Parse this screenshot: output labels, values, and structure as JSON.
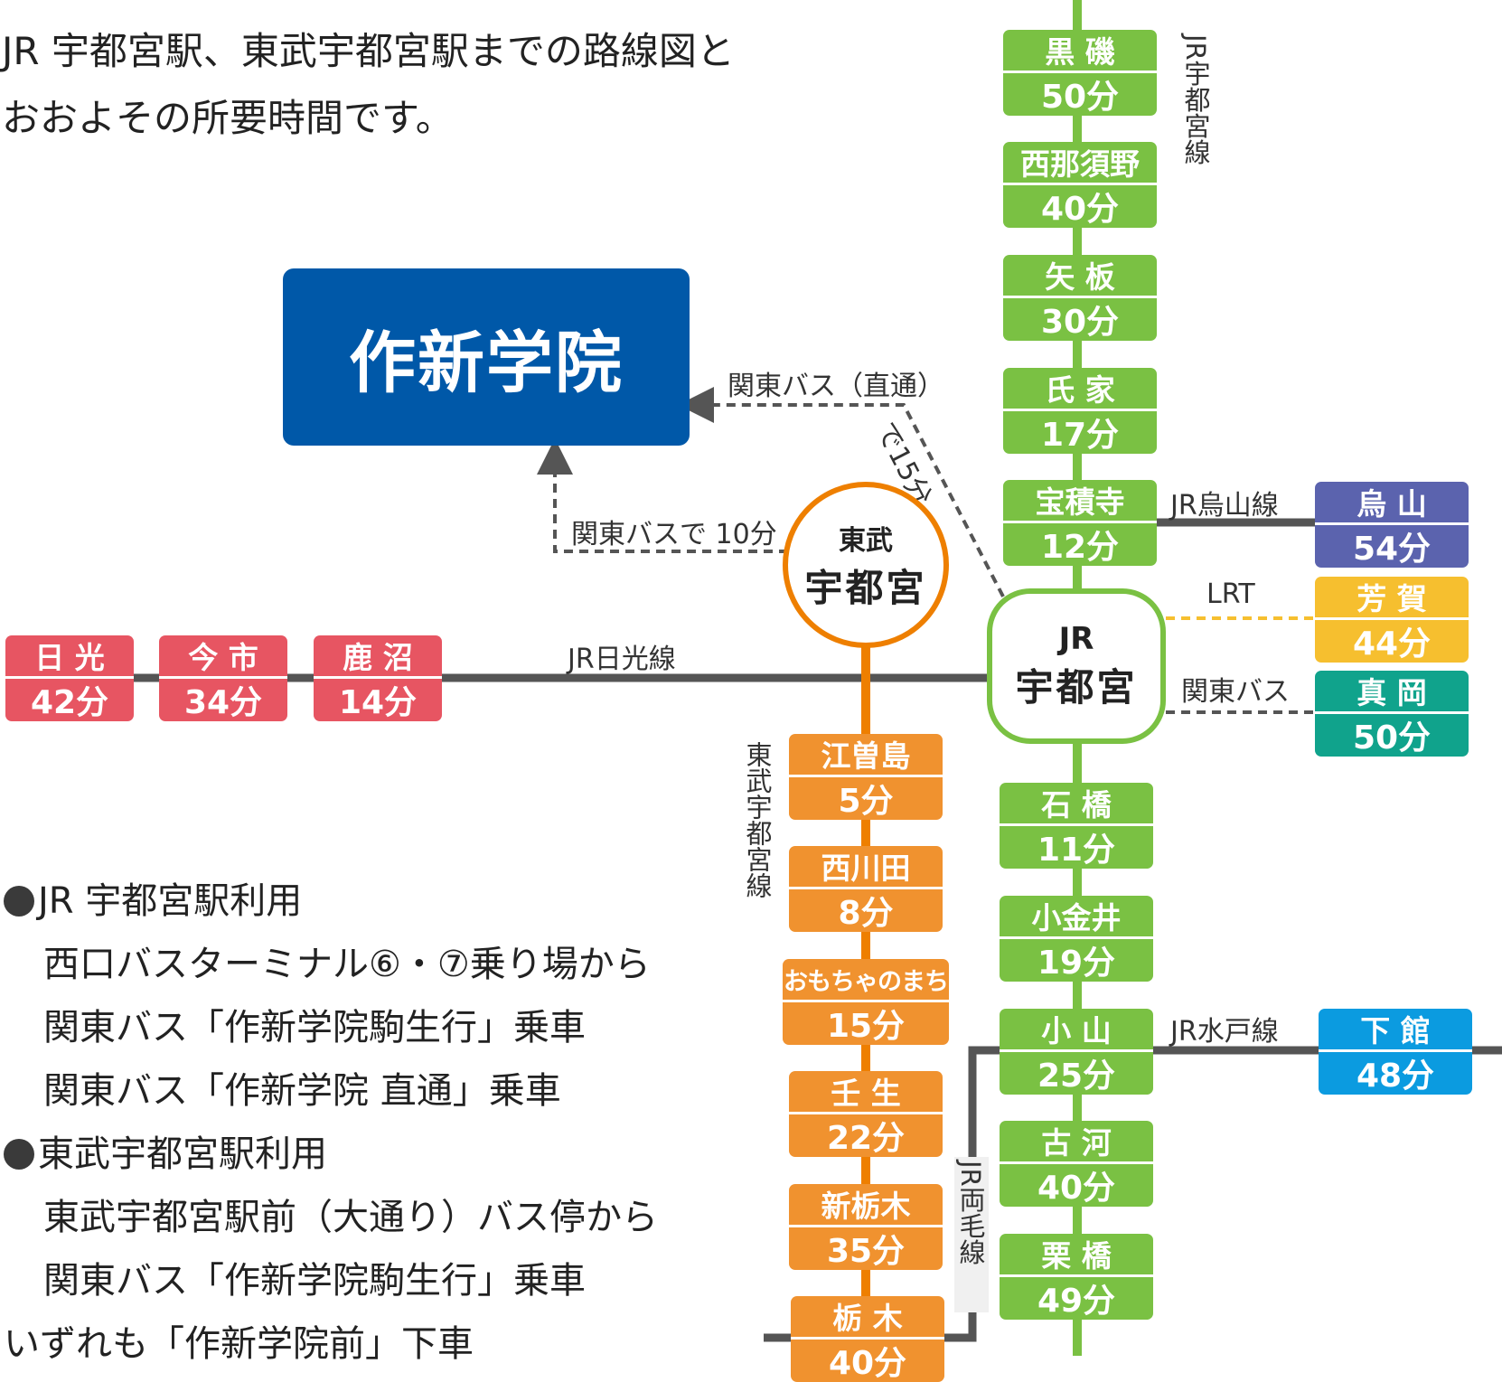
{
  "intro": {
    "line1": "JR 宇都宮駅、東武宇都宮駅までの路線図と",
    "line2": "おおよその所要時間です。"
  },
  "school": {
    "name": "作新学院"
  },
  "hubs": {
    "jr": {
      "line1": "JR",
      "line2": "宇都宮"
    },
    "tobu": {
      "line1": "東武",
      "line2": "宇都宮"
    }
  },
  "bus_labels": {
    "direct": "関東バス（直通）",
    "direct_time": "で15分",
    "tobu_bus": "関東バスで 10分"
  },
  "line_labels": {
    "jr_utsunomiya": "JR宇都宮線",
    "jr_karasuyama": "JR烏山線",
    "lrt": "LRT",
    "kanto_bus": "関東バス",
    "jr_nikko": "JR日光線",
    "tobu_utsunomiya": "東武宇都宮線",
    "jr_mito": "JR水戸線",
    "jr_ryomo": "JR両毛線"
  },
  "stations": {
    "kuroiso": {
      "name": "黒 磯",
      "time": "50分"
    },
    "nishinasuno": {
      "name": "西那須野",
      "time": "40分"
    },
    "yaita": {
      "name": "矢 板",
      "time": "30分"
    },
    "ujiie": {
      "name": "氏 家",
      "time": "17分"
    },
    "hoshakuji": {
      "name": "宝積寺",
      "time": "12分"
    },
    "ishibashi": {
      "name": "石 橋",
      "time": "11分"
    },
    "koganei": {
      "name": "小金井",
      "time": "19分"
    },
    "oyama": {
      "name": "小 山",
      "time": "25分"
    },
    "koga": {
      "name": "古 河",
      "time": "40分"
    },
    "kurihashi": {
      "name": "栗 橋",
      "time": "49分"
    },
    "karasuyama": {
      "name": "烏 山",
      "time": "54分"
    },
    "haga": {
      "name": "芳 賀",
      "time": "44分"
    },
    "moka": {
      "name": "真 岡",
      "time": "50分"
    },
    "shimodate": {
      "name": "下 館",
      "time": "48分"
    },
    "nikko": {
      "name": "日 光",
      "time": "42分"
    },
    "imaichi": {
      "name": "今 市",
      "time": "34分"
    },
    "kanuma": {
      "name": "鹿 沼",
      "time": "14分"
    },
    "esojima": {
      "name": "江曽島",
      "time": "5分"
    },
    "nishikawada": {
      "name": "西川田",
      "time": "8分"
    },
    "omochanomachi": {
      "name": "おもちゃのまち",
      "time": "15分"
    },
    "mibu": {
      "name": "壬 生",
      "time": "22分"
    },
    "shintochigi": {
      "name": "新栃木",
      "time": "35分"
    },
    "tochigi": {
      "name": "栃 木",
      "time": "40分"
    }
  },
  "notes": {
    "jr_heading": "JR 宇都宮駅利用",
    "jr_line1": "西口バスターミナル⑥・⑦乗り場から",
    "jr_line2": "関東バス「作新学院駒生行」乗車",
    "jr_line3": "関東バス「作新学院 直通」乗車",
    "tobu_heading": "東武宇都宮駅利用",
    "tobu_line1": "東武宇都宮駅前（大通り）バス停から",
    "tobu_line2": "関東バス「作新学院駒生行」乗車",
    "footer": "いずれも「作新学院前」下車"
  },
  "colors": {
    "jr_green": "#7ac143",
    "tobu_orange": "#f0922f",
    "tobu_line": "#ee7f00",
    "nikko_red": "#e75562",
    "school_blue": "#0058a8",
    "karasuyama_purple": "#5b63ae",
    "haga_yellow": "#f6bf2f",
    "moka_teal": "#10a38c",
    "shimodate_blue": "#0b9be0",
    "gray_line": "#555555"
  }
}
